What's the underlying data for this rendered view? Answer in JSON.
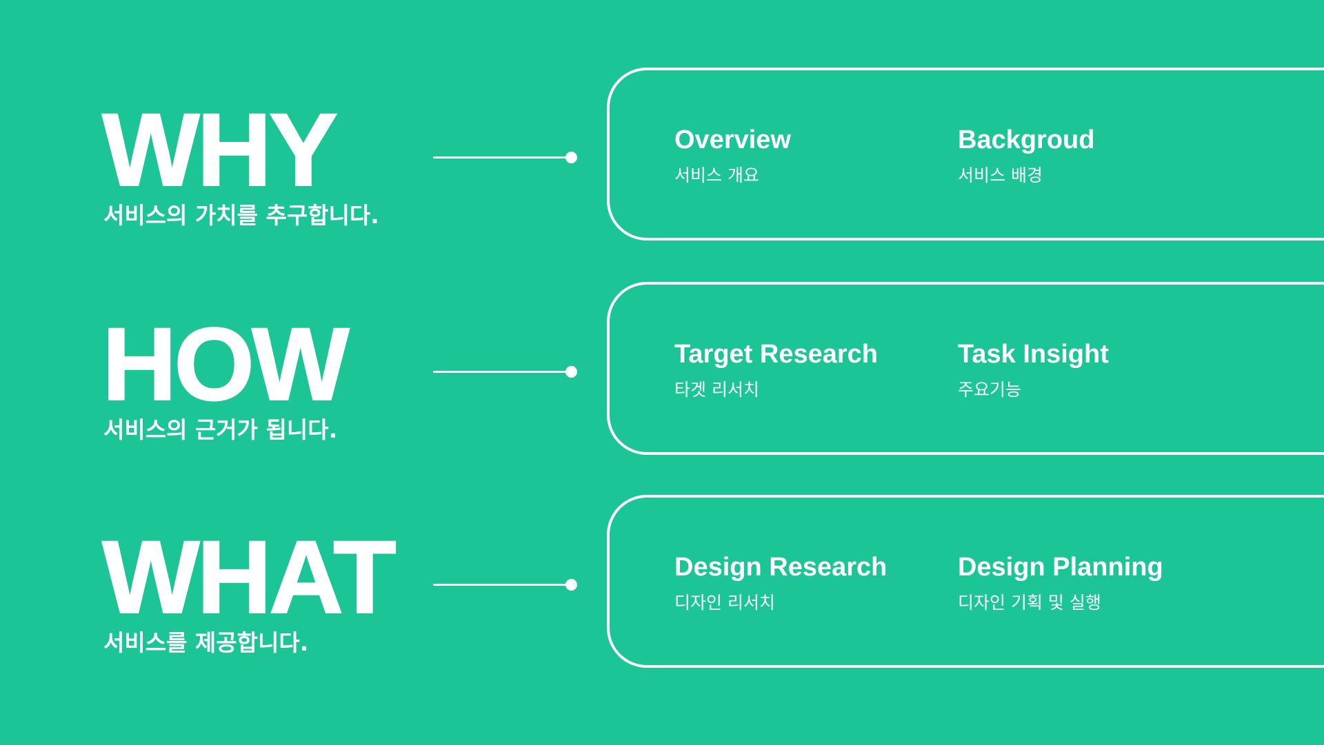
{
  "sections": [
    {
      "heading": "WHY",
      "subtitle": "서비스의 가치를 추구합니다.",
      "items": [
        {
          "title": "Overview",
          "subtitle": "서비스 개요"
        },
        {
          "title": "Backgroud",
          "subtitle": "서비스 배경"
        }
      ]
    },
    {
      "heading": "HOW",
      "subtitle": "서비스의 근거가 됩니다.",
      "items": [
        {
          "title": "Target Research",
          "subtitle": "타겟 리서치"
        },
        {
          "title": "Task Insight",
          "subtitle": "주요기능"
        }
      ]
    },
    {
      "heading": "WHAT",
      "subtitle": "서비스를 제공합니다.",
      "items": [
        {
          "title": "Design Research",
          "subtitle": "디자인 리서치"
        },
        {
          "title": "Design Planning",
          "subtitle": "디자인 기획 및 실행"
        }
      ]
    }
  ],
  "colors": {
    "background": "#1bc596",
    "foreground": "#ffffff"
  }
}
